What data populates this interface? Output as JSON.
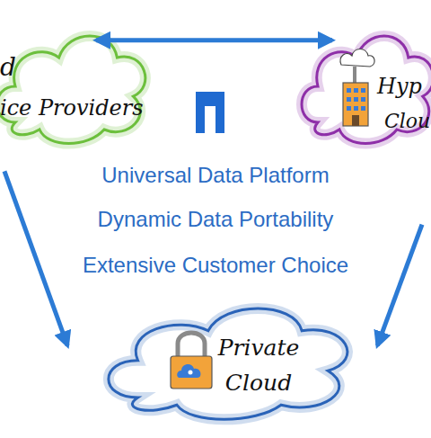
{
  "diagram": {
    "nodes": [
      {
        "text": [
          "d",
          "ice Providers"
        ]
      },
      {
        "text": [
          "Hyp",
          "Clou"
        ]
      },
      {
        "text": [
          "Private Cloud"
        ]
      }
    ],
    "edges": [
      {
        "from": 0,
        "to": 1,
        "arrow": "both"
      },
      {
        "from": 0,
        "to": 2,
        "arrow": "to"
      },
      {
        "from": 1,
        "to": 2,
        "arrow": "to"
      }
    ],
    "labels": [
      "Universal Data Platform",
      "Dynamic Data Portability",
      "Extensive Customer Choice"
    ]
  }
}
